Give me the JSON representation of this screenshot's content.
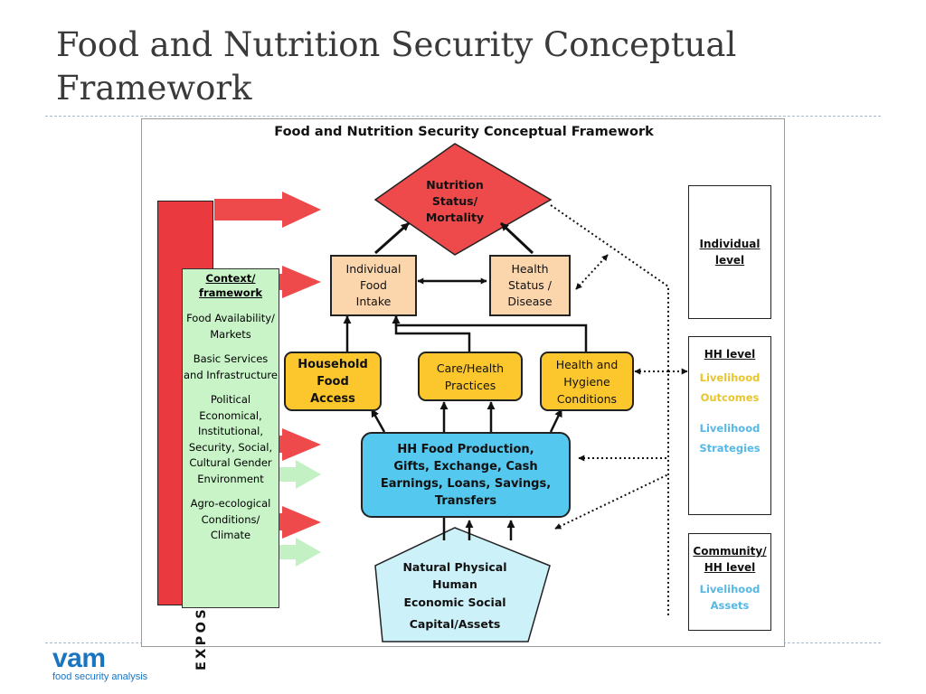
{
  "slide": {
    "title": "Food and Nutrition Security Conceptual Framework"
  },
  "figure": {
    "title": "Food and Nutrition Security Conceptual Framework",
    "exposure_label": "EXPOSURE TO SHOCKS AND HAZARDS",
    "context": {
      "heading": "Context/ framework",
      "items": [
        "Food Availability/ Markets",
        "Basic Services and Infrastructure",
        "Political Economical, Institutional, Security, Social, Cultural Gender Environment",
        "Agro-ecological Conditions/ Climate"
      ]
    },
    "nutrition": [
      "Nutrition",
      "Status/",
      "Mortality"
    ],
    "food_intake": [
      "Individual",
      "Food",
      "Intake"
    ],
    "health_status": [
      "Health",
      "Status /",
      "Disease"
    ],
    "household_food_access": [
      "Household",
      "Food",
      "Access"
    ],
    "care_health": [
      "Care/Health",
      "Practices"
    ],
    "health_hygiene": [
      "Health and",
      "Hygiene",
      "Conditions"
    ],
    "hh_food_production": [
      "HH Food Production,",
      "Gifts, Exchange, Cash",
      "Earnings, Loans, Savings,",
      "Transfers"
    ],
    "capital_assets": [
      "Natural Physical",
      "Human",
      "Economic Social",
      "Capital/Assets"
    ],
    "levels": {
      "individual": "Individual level",
      "hh": {
        "heading": "HH level",
        "outcomes": [
          "Livelihood",
          "Outcomes"
        ],
        "strategies": [
          "Livelihood",
          "Strategies"
        ]
      },
      "community": {
        "heading": "Community/ HH level",
        "assets": [
          "Livelihood",
          "Assets"
        ]
      }
    }
  },
  "logo": {
    "word": "vam",
    "subtitle": "food security analysis"
  },
  "colors": {
    "hazard_red": "#ea3a3f",
    "context_green": "#c8f4c8",
    "nutrition_red": "#ee4a4c",
    "peach": "#fbd5ac",
    "yellow": "#fbc72d",
    "blue": "#55c8ef",
    "pale_blue": "#cdf1f8",
    "logo_blue": "#1b74c0"
  }
}
